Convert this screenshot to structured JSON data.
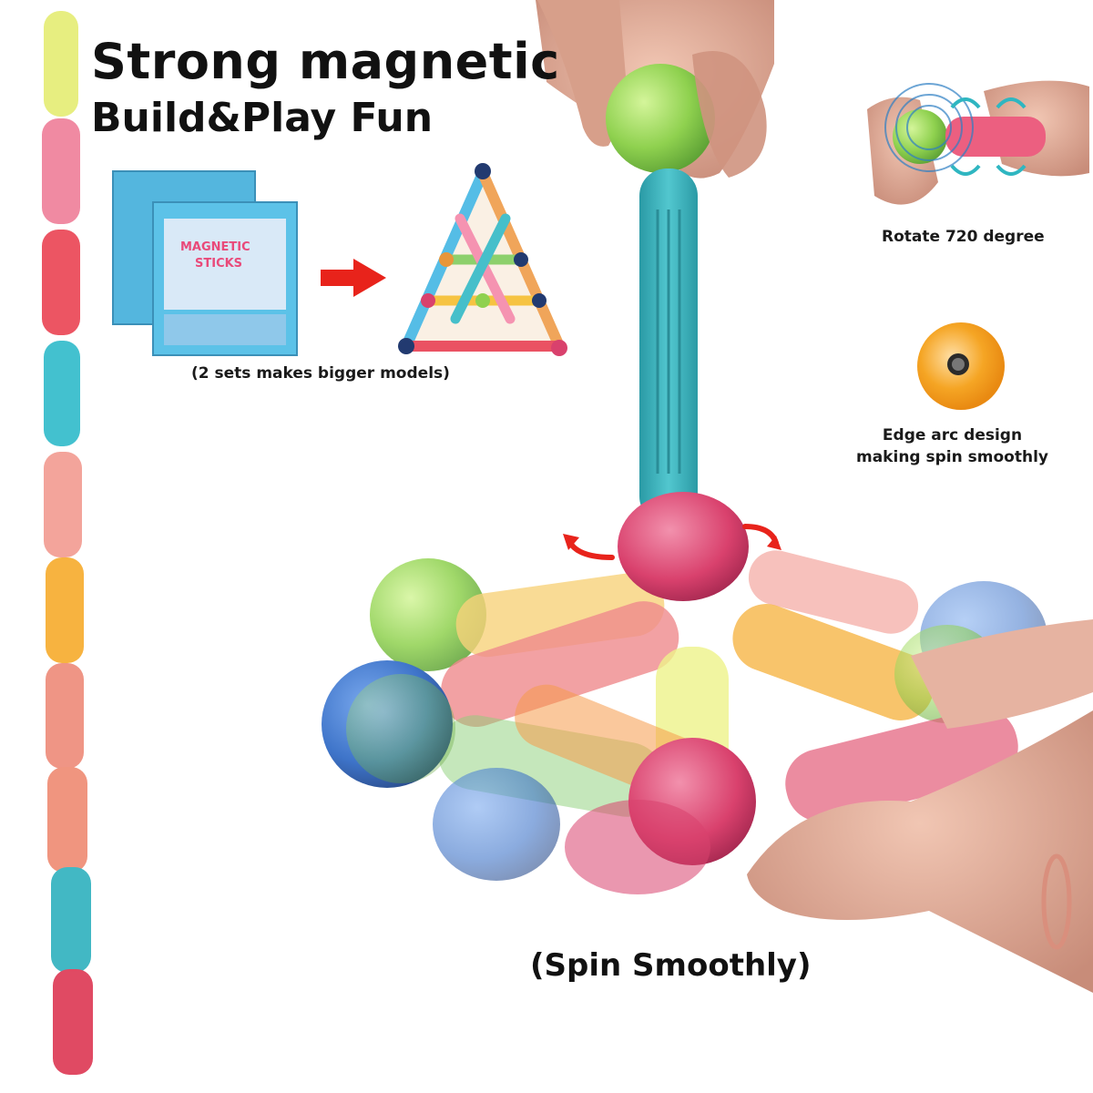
{
  "headline": {
    "line1": "Strong magnetic",
    "line2": "Build&Play Fun"
  },
  "box": {
    "brand": "MAGNETIC",
    "product": "STICKS"
  },
  "captions": {
    "sets": "(2 sets makes bigger models)",
    "rotate": "Rotate 720 degree",
    "edge_line1": "Edge arc design",
    "edge_line2": "making spin smoothly",
    "spin": "(Spin Smoothly)"
  },
  "colors": {
    "arrow": "#e8231b",
    "teal": "#3db3bd",
    "green_ball": "#8fd14f",
    "pink_ball": "#d9416d",
    "orange_magnet": "#f5a524"
  }
}
